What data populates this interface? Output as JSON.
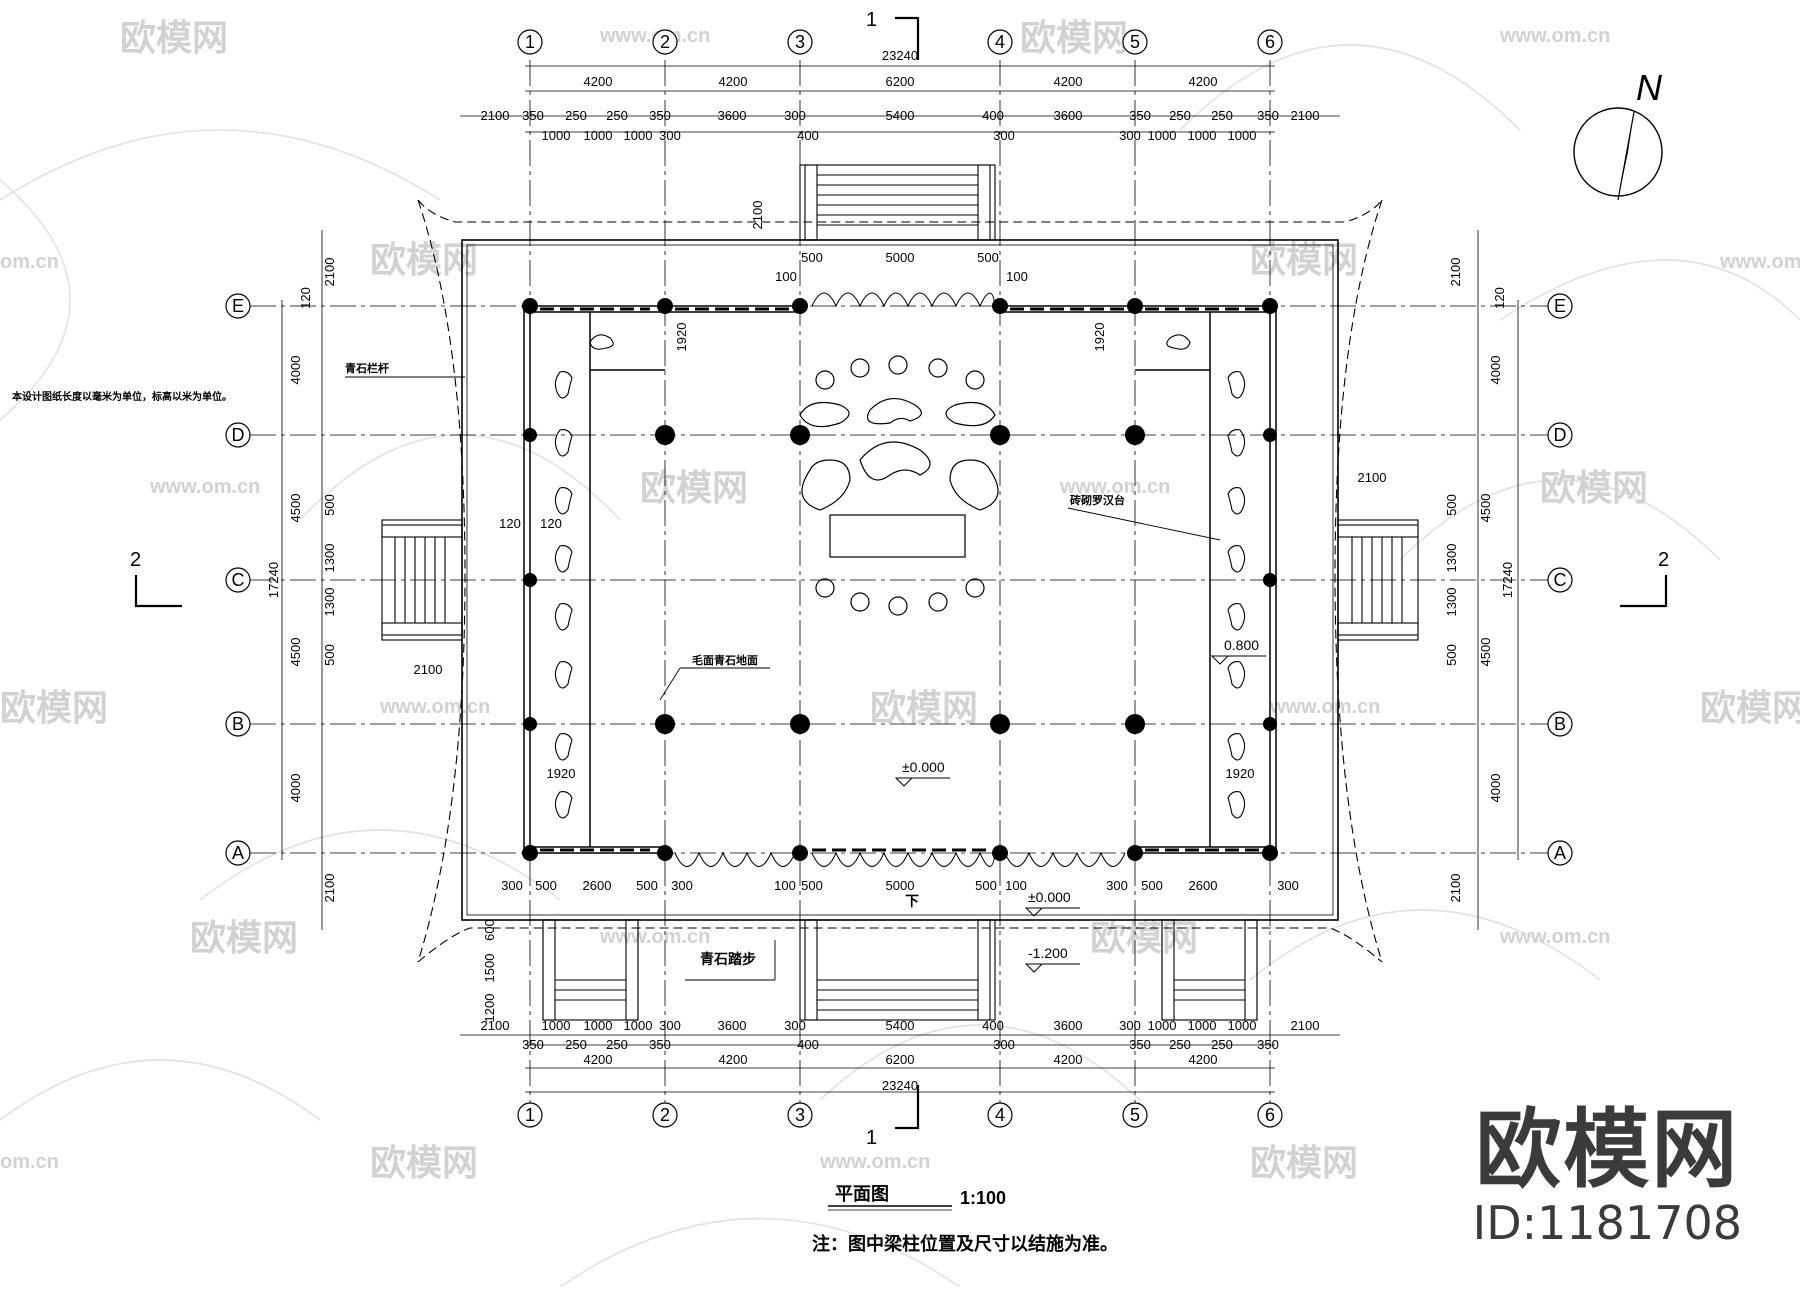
{
  "drawing": {
    "title": "平面图",
    "scale": "1:100",
    "note": "注：图中梁柱位置及尺寸以结施为准。",
    "unit_note": "本设计图纸长度以毫米为单位，标高以米为单位。",
    "north_label": "N",
    "section_marks": [
      "1",
      "2"
    ],
    "grid_columns": [
      "1",
      "2",
      "3",
      "4",
      "5",
      "6"
    ],
    "grid_rows": [
      "E",
      "D",
      "C",
      "B",
      "A"
    ],
    "overall_width": "23240",
    "overall_depth": "17240",
    "bay_widths": [
      "4200",
      "4200",
      "6200",
      "4200",
      "4200"
    ],
    "bay_depths": [
      "4000",
      "4500",
      "4500",
      "4000"
    ],
    "dim_row_top": [
      "2100",
      "350",
      "250",
      "250",
      "350",
      "3600",
      "300",
      "5400",
      "400",
      "3600",
      "350",
      "250",
      "250",
      "350",
      "2100"
    ],
    "dim_row_steps": [
      "1000",
      "1000",
      "1000",
      "300",
      "400",
      "300",
      "300",
      "1000",
      "1000",
      "1000"
    ],
    "dim_row_bottom": [
      "2100",
      "1000",
      "1000",
      "1000",
      "300",
      "3600",
      "300",
      "5400",
      "400",
      "3600",
      "300",
      "1000",
      "1000",
      "1000",
      "2100"
    ],
    "dim_row_bottom2": [
      "350",
      "250",
      "250",
      "350",
      "400",
      "300",
      "350",
      "250",
      "250",
      "350"
    ],
    "dim_row_front": [
      "300",
      "500",
      "2600",
      "500",
      "300",
      "100",
      "500",
      "5000",
      "500",
      "100",
      "300",
      "500",
      "2600",
      "300"
    ],
    "dim_back": [
      "500",
      "5000",
      "500",
      "100",
      "100"
    ],
    "dim_misc": [
      "120",
      "2100",
      "1920",
      "1300",
      "500",
      "600",
      "1500",
      "1200"
    ],
    "labels": {
      "railing": "青石栏杆",
      "platform": "砖砌罗汉台",
      "floor": "毛面青石地面",
      "ground": "青石踏步",
      "stair_down": "下"
    },
    "elevations": [
      "±0.000",
      "0.800",
      "±0.000",
      "-1.200"
    ],
    "watermarks": {
      "brand": "欧模网",
      "url": "www.om.cn",
      "url_short": "om.cn",
      "id": "ID:1181708"
    }
  }
}
